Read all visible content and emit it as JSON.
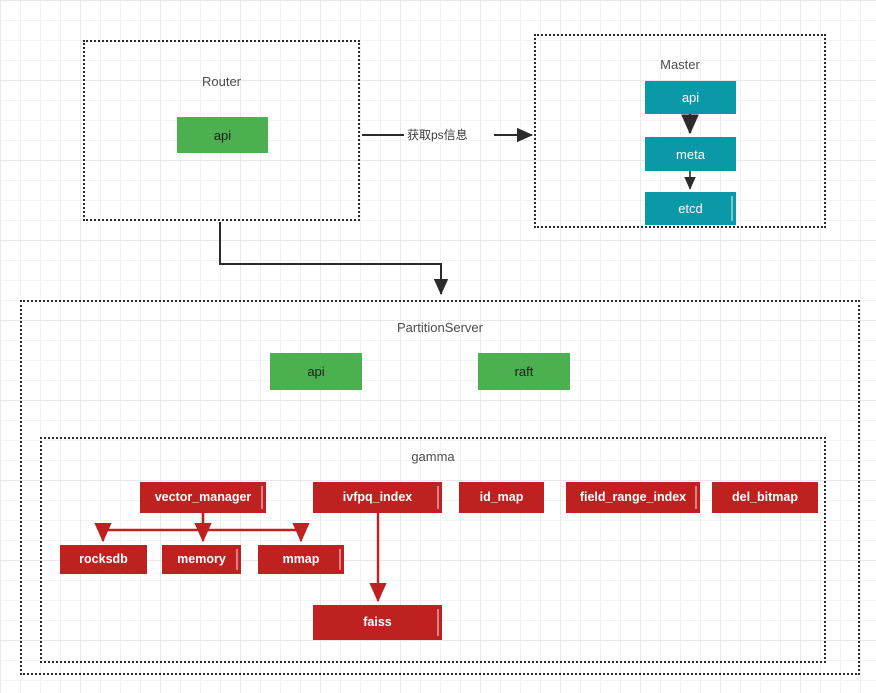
{
  "diagram": {
    "type": "architecture-block-diagram",
    "background": "grid",
    "colors": {
      "green": "#4caf50",
      "teal": "#0b99a8",
      "red": "#bf2020",
      "border": "#2b2b2b",
      "grid_minor": "#f2f2f2",
      "grid_major": "#e8e8e8"
    }
  },
  "groups": {
    "router": {
      "title": "Router"
    },
    "master": {
      "title": "Master"
    },
    "partition_server": {
      "title": "PartitionServer"
    },
    "gamma": {
      "title": "gamma"
    }
  },
  "nodes": {
    "router_api": "api",
    "master_api": "api",
    "master_meta": "meta",
    "master_etcd": "etcd",
    "ps_api": "api",
    "ps_raft": "raft",
    "vector_manager": "vector_manager",
    "rocksdb": "rocksdb",
    "memory": "memory",
    "mmap": "mmap",
    "ivfpq_index": "ivfpq_index",
    "id_map": "id_map",
    "field_range_index": "field_range_index",
    "del_bitmap": "del_bitmap",
    "faiss": "faiss"
  },
  "edges": {
    "router_to_master_label": "获取ps信息",
    "master_api_to_meta": "",
    "master_meta_to_etcd": "",
    "router_to_partition_server": "",
    "vector_manager_to_rocksdb": "",
    "vector_manager_to_memory": "",
    "vector_manager_to_mmap": "",
    "ivfpq_index_to_faiss": ""
  }
}
